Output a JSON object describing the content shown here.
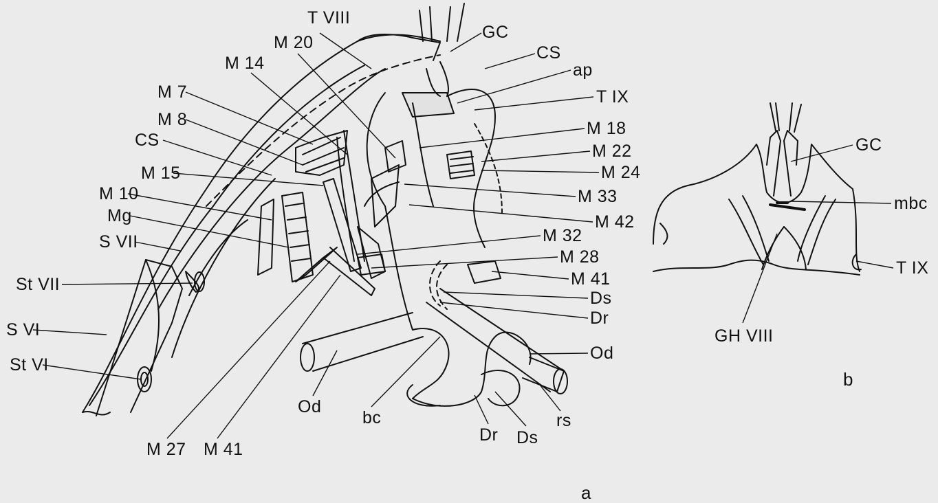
{
  "panels": [
    "a",
    "b"
  ],
  "labels": {
    "TVIII": "T VIII",
    "M20": "M 20",
    "M14": "M 14",
    "GC": "GC",
    "CS": "CS",
    "ap": "ap",
    "TIX": "T IX",
    "M7": "M 7",
    "M8": "M 8",
    "CS2": "CS",
    "M18": "M 18",
    "M22": "M 22",
    "M24": "M 24",
    "M15": "M 15",
    "M33": "M 33",
    "M10": "M 10",
    "Mg": "Mg",
    "M42": "M 42",
    "SVII": "S VII",
    "M32": "M 32",
    "M28": "M 28",
    "StVII": "St VII",
    "M41": "M 41",
    "Ds": "Ds",
    "Dr": "Dr",
    "SVI": "S VI",
    "Od": "Od",
    "StVI": "St VI",
    "Od2": "Od",
    "bc": "bc",
    "rs": "rs",
    "Dr2": "Dr",
    "Ds2": "Ds",
    "M27": "M 27",
    "M41b": "M 41",
    "bGC": "GC",
    "mbc": "mbc",
    "bTIX": "T IX",
    "GHVIII": "GH VIII"
  }
}
